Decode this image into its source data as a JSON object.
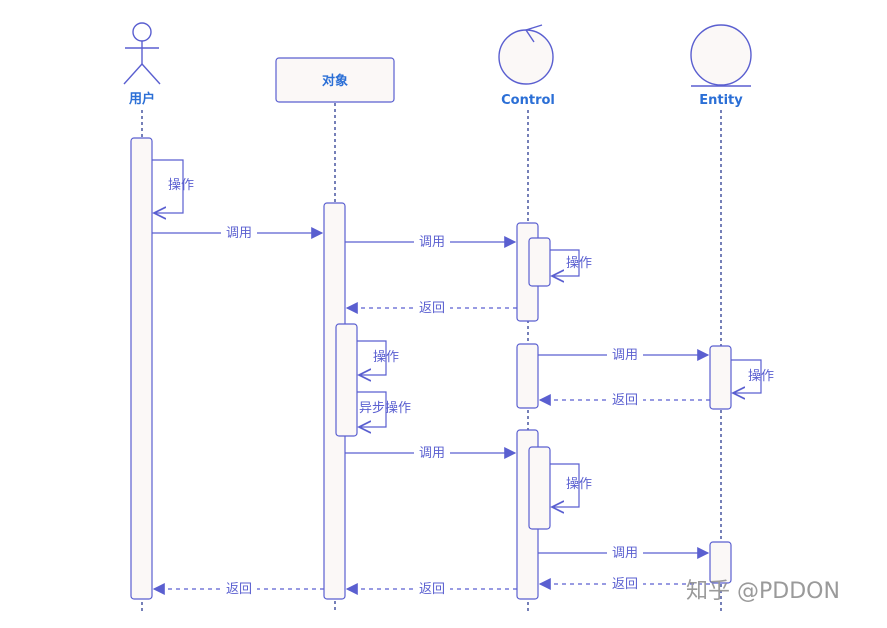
{
  "participants": {
    "user": "用户",
    "object": "对象",
    "control": "Control",
    "entity": "Entity"
  },
  "messages": [
    {
      "text": "操作"
    },
    {
      "text": "调用"
    },
    {
      "text": "调用"
    },
    {
      "text": "操作"
    },
    {
      "text": "返回"
    },
    {
      "text": "操作"
    },
    {
      "text": "异步操作"
    },
    {
      "text": "调用"
    },
    {
      "text": "操作"
    },
    {
      "text": "返回"
    },
    {
      "text": "调用"
    },
    {
      "text": "操作"
    },
    {
      "text": "调用"
    },
    {
      "text": "返回"
    },
    {
      "text": "返回"
    },
    {
      "text": "返回"
    }
  ],
  "watermark": "知乎 @PDDON",
  "colors": {
    "line": "#5a5fd0",
    "label": "#2b6fd6",
    "box_fill": "#fbf8f7"
  }
}
